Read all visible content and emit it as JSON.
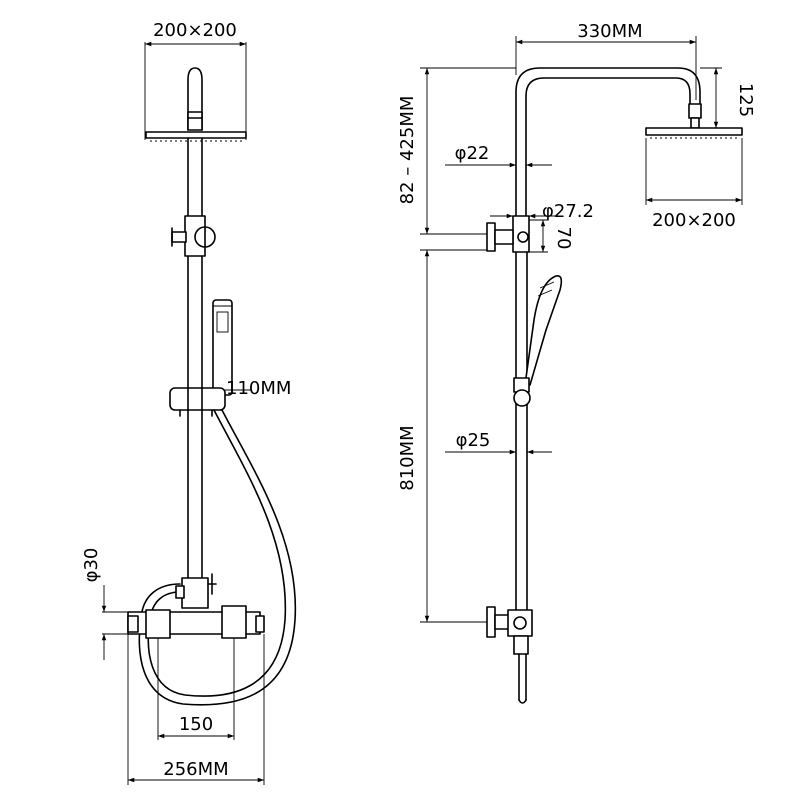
{
  "front_view": {
    "head_size": "200×200",
    "holder_spacing": "110MM",
    "inlet_dia": "φ30",
    "center_spacing": "150",
    "mixer_width": "256MM"
  },
  "side_view": {
    "arm_reach": "330MM",
    "arm_drop": "125",
    "height_adjust": "82 – 425MM",
    "upper_pipe_dia": "φ22",
    "joint_dia": "φ27.2",
    "joint_height": "70",
    "head_size": "200×200",
    "rail_length": "810MM",
    "lower_pipe_dia": "φ25"
  }
}
